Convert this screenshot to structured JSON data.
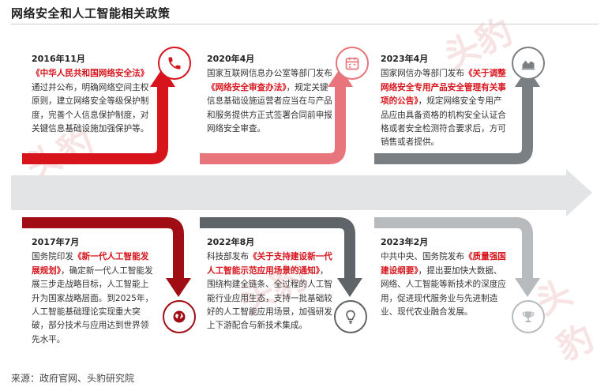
{
  "title": "网络安全和人工智能相关政策",
  "watermark": "头豹",
  "source": "来源：政府官网、头豹研究院",
  "colors": {
    "accent": "#d7141c",
    "pink": "#e8757b",
    "gray": "#7a7f83",
    "lightgray": "#b7bbbe",
    "darkred": "#a00d14",
    "darkgray": "#5f6468"
  },
  "top": [
    {
      "date": "2016年11月",
      "pre": "",
      "hl": "《中华人民共和国网络安全法》",
      "post": "通过并公布，明确网络空间主权原则，建立网络安全等级保护制度，完善个人信息保护制度，对关键信息基础设施加强保护等。",
      "icon": "phone-icon"
    },
    {
      "date": "2020年4月",
      "pre": "国家互联网信息办公室等部门发布",
      "hl": "《网络安全审查办法》",
      "post": "，规定关键信息基础设施运营者应当在与产品和服务提供方正式签署合同前申报网络安全审查。",
      "icon": "calendar-icon"
    },
    {
      "date": "2023年4月",
      "pre": "国家网信办等部门发布",
      "hl": "《关于调整网络安全专用产品安全管理有关事项的公告》",
      "post": "，规定网络安全专用产品应由具备资格的机构安全认证合格或者安全检测符合要求后，方可销售或者提供。",
      "icon": "area-chart-icon"
    }
  ],
  "bottom": [
    {
      "date": "2017年7月",
      "pre": "国务院印发",
      "hl": "《新一代人工智能发展规划》",
      "post": "，确定新一代人工智能发展三步走战略目标，人工智能上升为国家战略层面。到2025年，人工智能基础理论实现重大突破，部分技术与应用达到世界领先水平。",
      "icon": "globe-icon"
    },
    {
      "date": "2022年8月",
      "pre": "科技部发布",
      "hl": "《关于支持建设新一代人工智能示范应用场景的通知》",
      "post": "，围绕构建全链条、全过程的人工智能行业应用生态，支持一批基础较好的人工智能应用场景，加强研发上下游配合与新技术集成。",
      "icon": "lightbulb-icon"
    },
    {
      "date": "2023年2月",
      "pre": "中共中央、国务院发布",
      "hl": "《质量强国建设纲要》",
      "post": "，提出要加快大数据、网络、人工智能等新技术的深度应用，促进现代服务业与先进制造业、现代农业融合发展。",
      "icon": "trophy-icon"
    }
  ]
}
